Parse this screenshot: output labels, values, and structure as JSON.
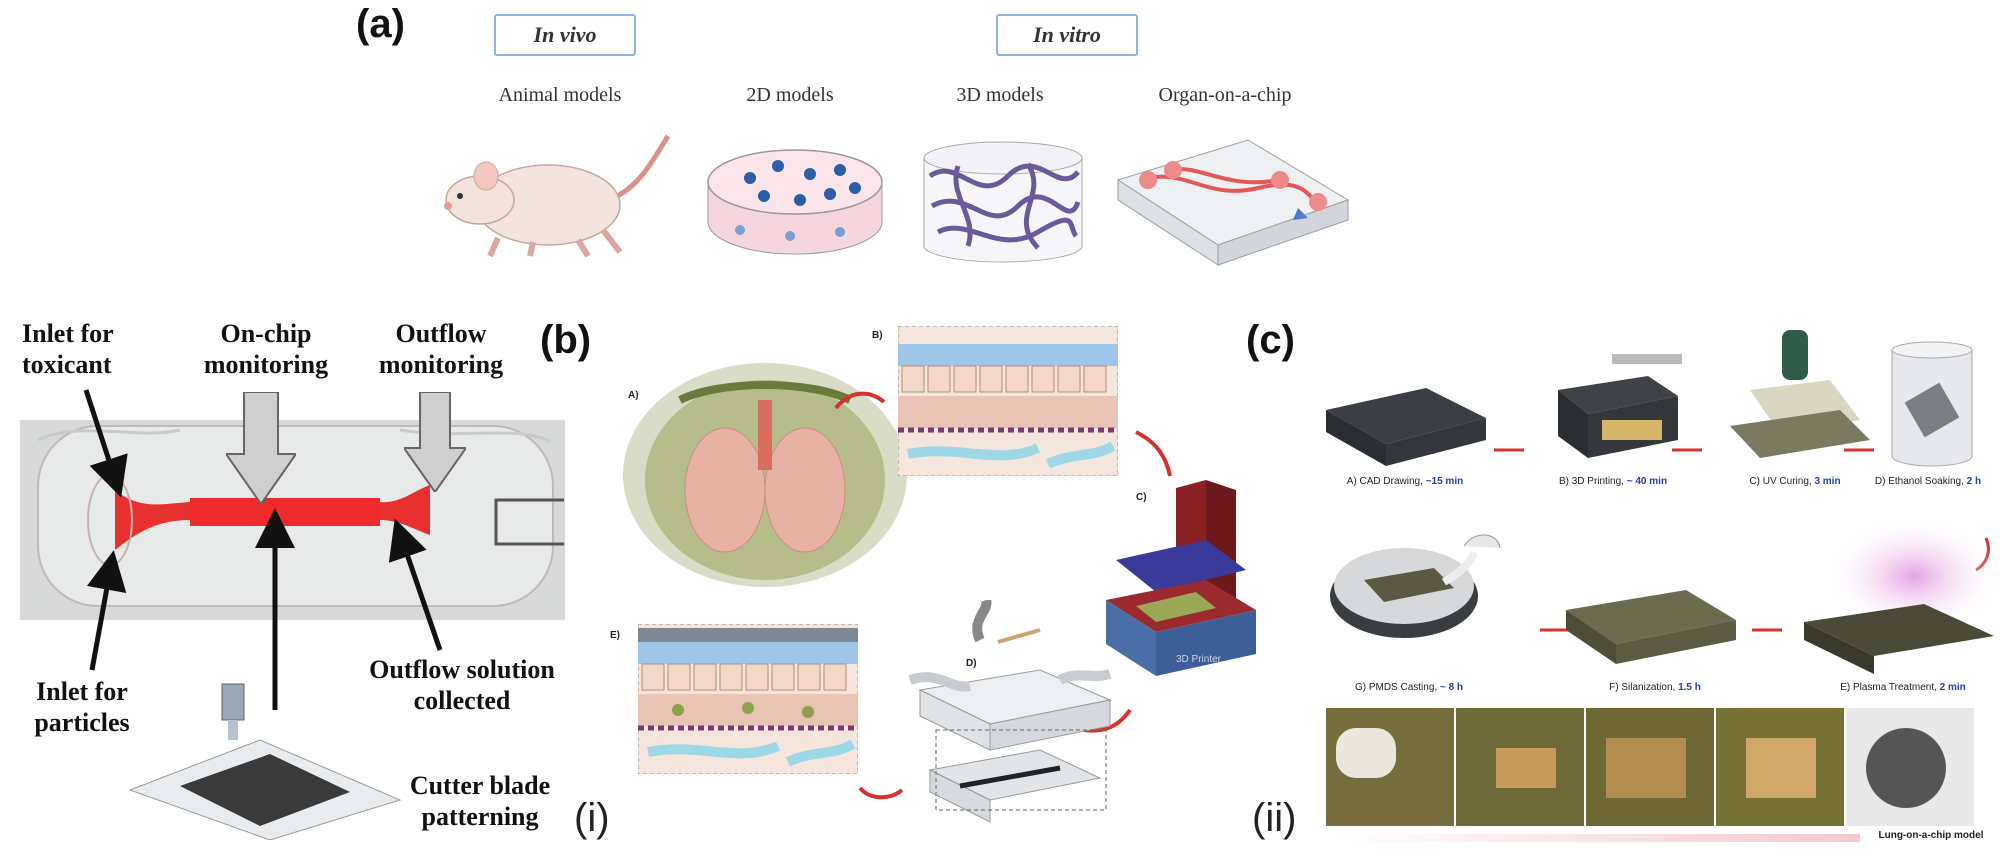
{
  "panel_a": {
    "label": "(a)",
    "in_vivo": "In vivo",
    "in_vitro": "In vitro",
    "models": [
      "Animal  models",
      "2D models",
      "3D models",
      "Organ-on-a-chip"
    ]
  },
  "left_device": {
    "inlet_toxicant": "Inlet for toxicant",
    "on_chip": "On-chip monitoring",
    "outflow_monitoring": "Outflow monitoring",
    "inlet_particles": "Inlet for particles",
    "outflow_collected": "Outflow solution collected",
    "cutter": "Cutter blade patterning"
  },
  "panel_b": {
    "label": "(b)",
    "roman": "(i)",
    "steps": [
      "A)",
      "B)",
      "C)",
      "D)",
      "E)"
    ],
    "printer_text": "3D Printer"
  },
  "panel_c": {
    "label": "(c)",
    "roman": "(ii)",
    "steps": [
      {
        "name": "A) CAD Drawing,",
        "time": "~15 min"
      },
      {
        "name": "B) 3D Printing,",
        "time": "~ 40 min"
      },
      {
        "name": "C) UV Curing,",
        "time": "3 min"
      },
      {
        "name": "D) Ethanol Soaking,",
        "time": "2 h"
      },
      {
        "name": "E) Plasma Treatment,",
        "time": "2 min"
      },
      {
        "name": "F) Silanization,",
        "time": "1.5 h"
      },
      {
        "name": "G) PMDS Casting,",
        "time": "~ 8 h"
      }
    ],
    "final_label": "Lung-on-a-chip model"
  }
}
